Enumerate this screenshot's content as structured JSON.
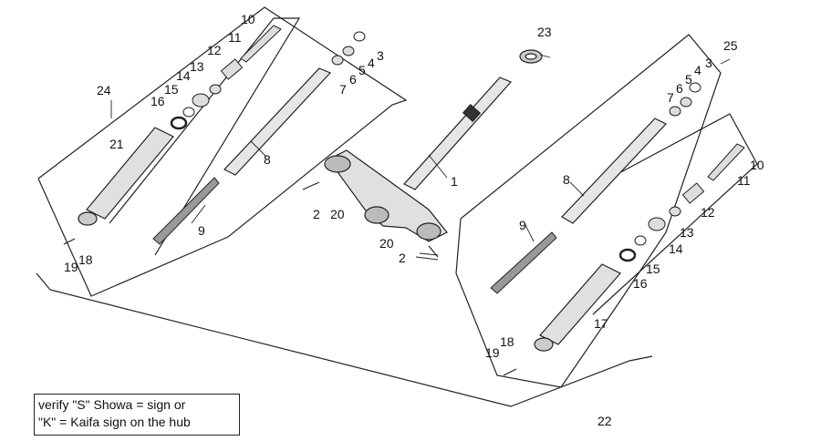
{
  "note": {
    "line1": "verify \"S\" Showa = sign or",
    "line2": "\"K\" = Kaifa sign on the hub"
  },
  "callouts": {
    "c1": "1",
    "c2a": "2",
    "c2b": "2",
    "c3a": "3",
    "c3b": "3",
    "c4a": "4",
    "c4b": "4",
    "c5a": "5",
    "c5b": "5",
    "c6a": "6",
    "c6b": "6",
    "c7a": "7",
    "c7b": "7",
    "c8a": "8",
    "c8b": "8",
    "c9a": "9",
    "c9b": "9",
    "c10a": "10",
    "c10b": "10",
    "c11a": "11",
    "c11b": "11",
    "c12a": "12",
    "c12b": "12",
    "c13a": "13",
    "c13b": "13",
    "c14a": "14",
    "c14b": "14",
    "c15a": "15",
    "c15b": "15",
    "c16a": "16",
    "c16b": "16",
    "c17": "17",
    "c18a": "18",
    "c18b": "18",
    "c19a": "19",
    "c19b": "19",
    "c20a": "20",
    "c20b": "20",
    "c21": "21",
    "c22": "22",
    "c23": "23",
    "c24": "24",
    "c25": "25"
  },
  "colors": {
    "line": "#222222",
    "shade": "#d9d9d9",
    "dark": "#555555"
  }
}
